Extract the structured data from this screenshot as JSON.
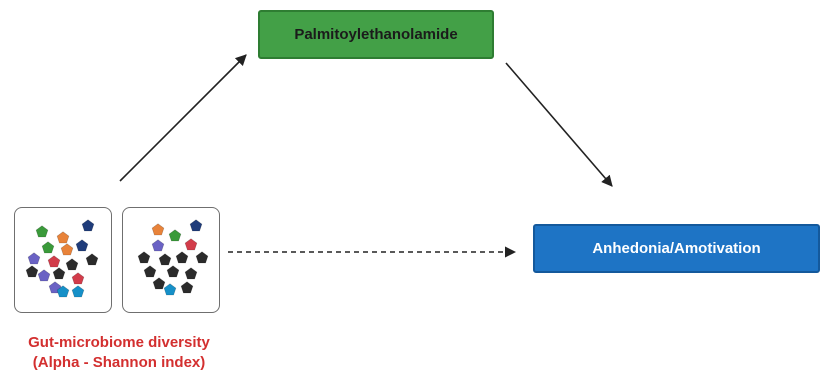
{
  "mediator": {
    "label": "Palmitoylethanolamide"
  },
  "outcome": {
    "label": "Anhedonia/Amotivation"
  },
  "exposure": {
    "line1": "Gut-microbiome diversity",
    "line2": "(Alpha - Shannon index)"
  },
  "colors": {
    "mediator_fill": "#43a047",
    "outcome_fill": "#1e74c5",
    "exposure_text": "#d32f2f",
    "microbe_black": "#2b2b2b",
    "microbe_green": "#3a9a3a",
    "microbe_orange": "#e8833a",
    "microbe_navy": "#1f3c7a",
    "microbe_purple": "#6a62c4",
    "microbe_red": "#d23c4a",
    "microbe_cyan": "#1690c8"
  },
  "icons": [
    "pentagon-microbe-icon"
  ],
  "panels": [
    {
      "name": "high-diversity-panel",
      "microbes": [
        "green",
        "orange",
        "navy",
        "green",
        "orange",
        "navy",
        "purple",
        "red",
        "black",
        "black",
        "purple",
        "black",
        "red",
        "black",
        "purple",
        "cyan",
        "cyan"
      ]
    },
    {
      "name": "low-diversity-panel",
      "microbes": [
        "orange",
        "green",
        "navy",
        "purple",
        "red",
        "black",
        "black",
        "black",
        "black",
        "black",
        "black",
        "black",
        "black",
        "cyan",
        "black"
      ]
    }
  ]
}
